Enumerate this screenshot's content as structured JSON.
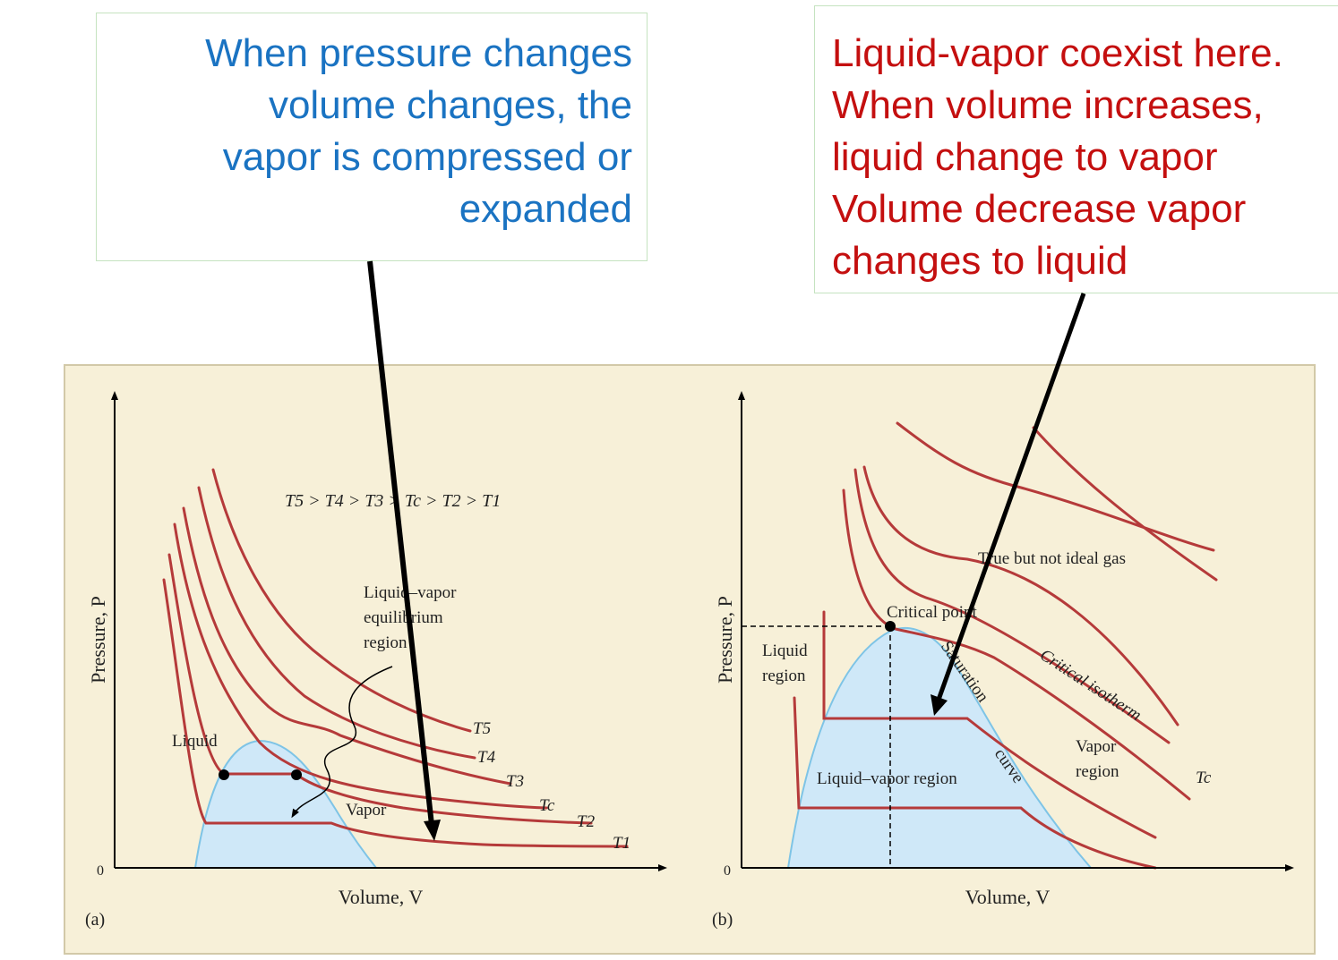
{
  "colors": {
    "panel_bg": "#f7f0d8",
    "panel_border": "#d2c9a8",
    "isotherm": "#b53a3a",
    "dome_fill": "#cfe8f8",
    "dome_stroke": "#7ec4e6",
    "callout_left_text": "#1a73c2",
    "callout_right_text": "#c40f0f",
    "callout_border": "#c5e3c0",
    "pointer": "#000000"
  },
  "callout_left": {
    "lines": [
      "When pressure changes",
      "volume changes, the",
      "vapor is compressed or",
      "expanded"
    ]
  },
  "callout_right": {
    "lines": [
      "Liquid-vapor coexist here.",
      "When volume increases,",
      "liquid change to vapor",
      "Volume decrease vapor",
      "changes to liquid"
    ]
  },
  "panel_a": {
    "tag": "(a)",
    "ylabel": "Pressure, P",
    "xlabel": "Volume, V",
    "origin": "0",
    "ordering": "T5 > T4 > T3 > Tc > T2 > T1",
    "region_label": [
      "Liquid–vapor",
      "equilibrium",
      "region"
    ],
    "liquid_label": "Liquid",
    "vapor_label": "Vapor",
    "isotherm_labels": [
      "T5",
      "T4",
      "T3",
      "Tc",
      "T2",
      "T1"
    ]
  },
  "panel_b": {
    "tag": "(b)",
    "ylabel": "Pressure, P",
    "xlabel": "Volume, V",
    "origin": "0",
    "true_gas_label": "True but not ideal gas",
    "critical_point_label": "Critical point",
    "liquid_region_label": [
      "Liquid",
      "region"
    ],
    "saturation_label": "Saturation",
    "curve_label": "curve",
    "critical_isotherm_label": "Critical isotherm",
    "vapor_region_label": [
      "Vapor",
      "region"
    ],
    "lv_region_label": "Liquid–vapor region",
    "tc_label": "Tc"
  }
}
